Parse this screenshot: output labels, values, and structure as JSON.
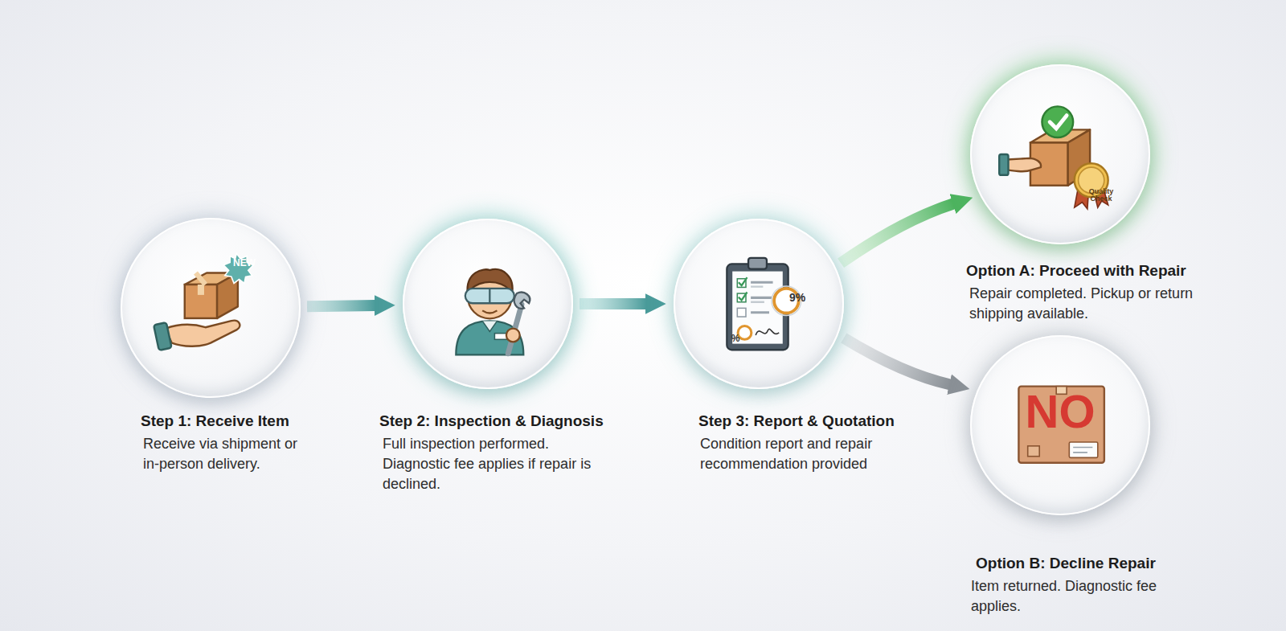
{
  "diagram": {
    "nodes": [
      {
        "text": [
          "Step 1: Receive Item",
          "Receive via shipment or in-person delivery."
        ]
      },
      {
        "text": [
          "Step 2: Inspection & Diagnosis",
          "Full inspection performed. Diagnostic fee applies if repair is declined."
        ]
      },
      {
        "text": [
          "Step 3: Report & Quotation",
          "Condition report and repair recommendation provided"
        ]
      },
      {
        "text": [
          "Option A: Proceed with Repair",
          "Repair completed. Pickup or return shipping available."
        ]
      },
      {
        "text": [
          "Option B: Decline Repair",
          "Item returned. Diagnostic fee applies."
        ]
      }
    ],
    "edges": [
      {
        "from": 0,
        "to": 1,
        "arrow": "to"
      },
      {
        "from": 1,
        "to": 2,
        "arrow": "to"
      },
      {
        "from": 2,
        "to": 3,
        "arrow": "to"
      },
      {
        "from": 2,
        "to": 4,
        "arrow": "to"
      }
    ],
    "labels": [
      "NEW",
      "9%",
      "%",
      "Quality Check",
      "NO"
    ]
  }
}
